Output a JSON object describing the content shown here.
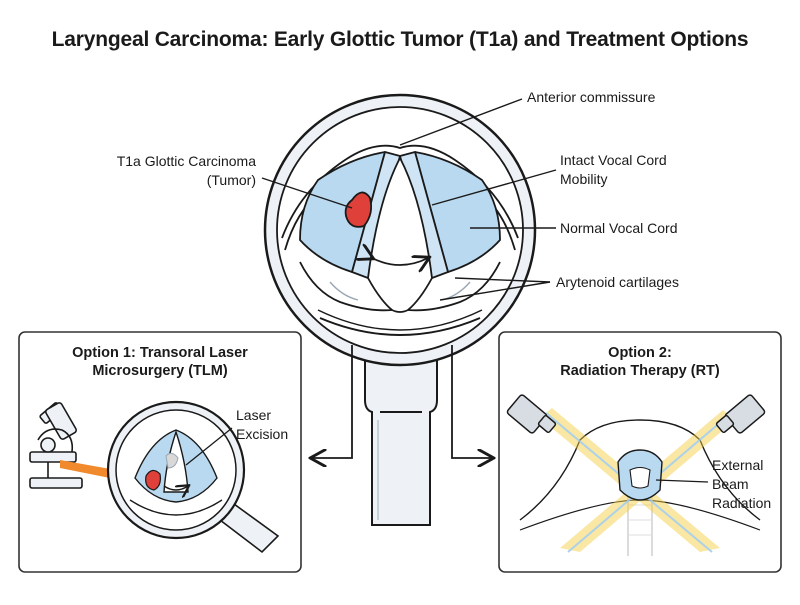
{
  "title": "Laryngeal Carcinoma: Early Glottic Tumor (T1a) and Treatment Options",
  "labels": {
    "anterior_commissure": "Anterior commissure",
    "tumor_line1": "T1a Glottic Carcinoma",
    "tumor_line2": "(Tumor)",
    "mobility_line1": "Intact Vocal Cord",
    "mobility_line2": "Mobility",
    "normal_cord": "Normal Vocal Cord",
    "arytenoid": "Arytenoid cartilages"
  },
  "option1": {
    "title_line1": "Option 1: Transoral Laser",
    "title_line2": "Microsurgery (TLM)",
    "laser_line1": "Laser",
    "laser_line2": "Excision"
  },
  "option2": {
    "title_line1": "Option 2:",
    "title_line2": "Radiation Therapy (RT)",
    "beam_line1": "External",
    "beam_line2": "Beam",
    "beam_line3": "Radiation"
  },
  "colors": {
    "outline": "#1a1a1a",
    "scope_fill": "#eef2f6",
    "cord_blue": "#b9d9f0",
    "tumor_red": "#e0403a",
    "laser_orange": "#f08a2c",
    "beam_yellow": "#f2cc3a",
    "panel_border": "#333333"
  }
}
